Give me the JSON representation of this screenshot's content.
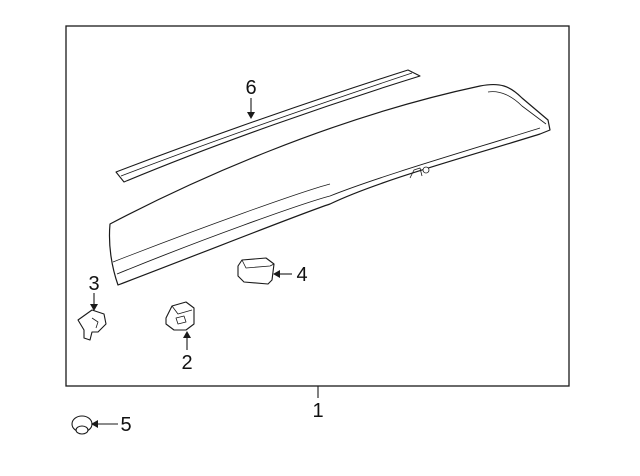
{
  "diagram": {
    "callouts": [
      {
        "id": "1",
        "text": "1"
      },
      {
        "id": "2",
        "text": "2"
      },
      {
        "id": "3",
        "text": "3"
      },
      {
        "id": "4",
        "text": "4"
      },
      {
        "id": "5",
        "text": "5"
      },
      {
        "id": "6",
        "text": "6"
      }
    ],
    "line_color": "#1a1a1a",
    "background": "#ffffff"
  }
}
